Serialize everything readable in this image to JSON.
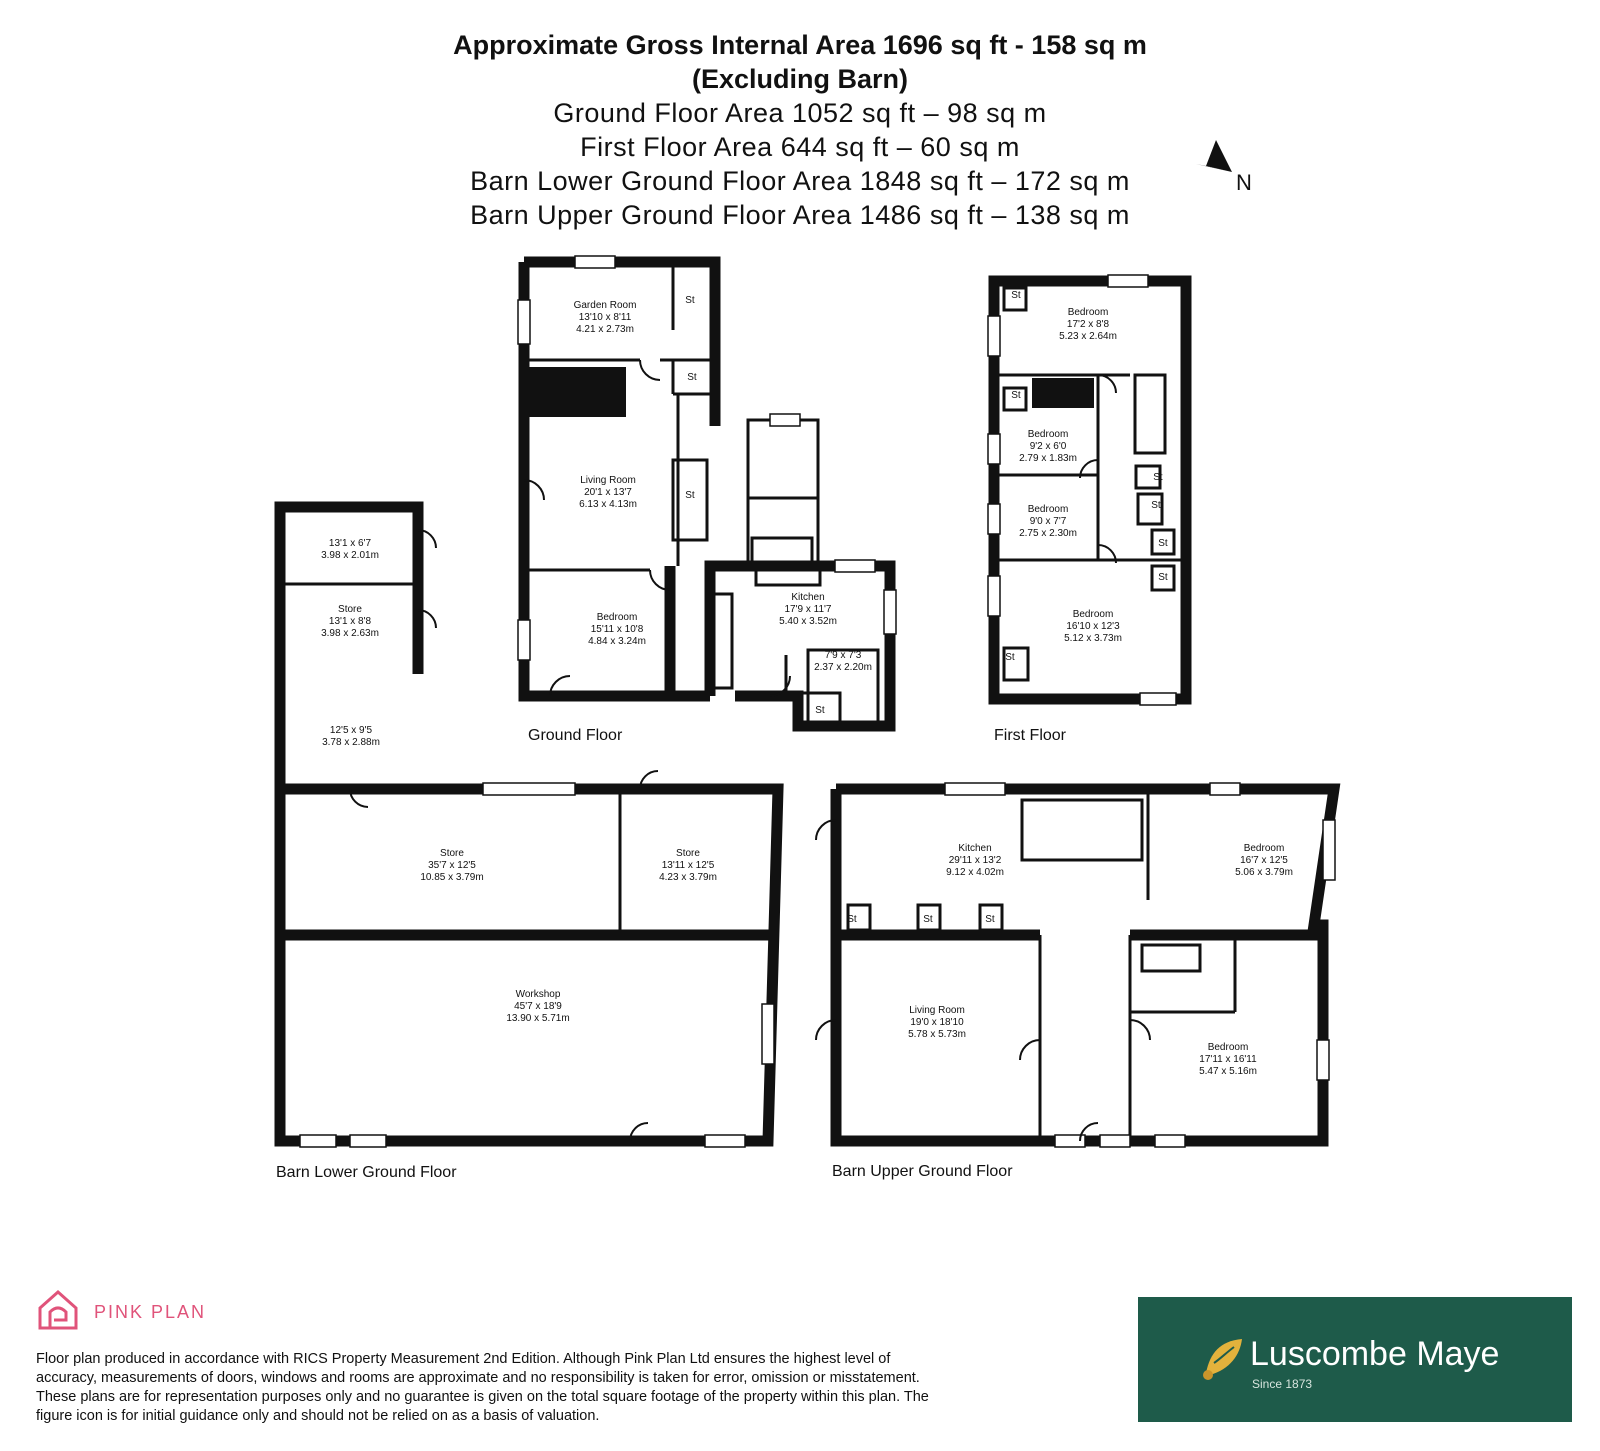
{
  "header": {
    "title_line1": "Approximate Gross Internal Area 1696 sq ft - 158 sq m",
    "title_line2": "(Excluding Barn)",
    "areas": [
      "Ground Floor Area 1052 sq ft – 98 sq m",
      "First Floor Area 644 sq ft – 60 sq m",
      "Barn Lower Ground Floor Area 1848 sq ft – 172 sq m",
      "Barn Upper Ground Floor Area 1486 sq ft – 138 sq m"
    ]
  },
  "compass": {
    "label": "N"
  },
  "floors": {
    "ground": "Ground Floor",
    "first": "First Floor",
    "barn_lower": "Barn Lower Ground Floor",
    "barn_upper": "Barn Upper Ground Floor"
  },
  "store_label": "St",
  "rooms": {
    "garden_room": {
      "name": "Garden Room",
      "imperial": "13'10 x 8'11",
      "metric": "4.21 x 2.73m"
    },
    "living_room": {
      "name": "Living Room",
      "imperial": "20'1 x 13'7",
      "metric": "6.13 x 4.13m"
    },
    "gf_bedroom": {
      "name": "Bedroom",
      "imperial": "15'11 x 10'8",
      "metric": "4.84 x 3.24m"
    },
    "gf_kitchen": {
      "name": "Kitchen",
      "imperial": "17'9 x 11'7",
      "metric": "5.40 x 3.52m"
    },
    "gf_utility": {
      "imperial": "7'9 x 7'3",
      "metric": "2.37 x 2.20m"
    },
    "ff_bedroom1": {
      "name": "Bedroom",
      "imperial": "17'2 x 8'8",
      "metric": "5.23 x 2.64m"
    },
    "ff_bedroom2": {
      "name": "Bedroom",
      "imperial": "9'2 x 6'0",
      "metric": "2.79 x 1.83m"
    },
    "ff_bedroom3": {
      "name": "Bedroom",
      "imperial": "9'0 x 7'7",
      "metric": "2.75 x 2.30m"
    },
    "ff_bedroom4": {
      "name": "Bedroom",
      "imperial": "16'10 x 12'3",
      "metric": "5.12 x 3.73m"
    },
    "bl_room_top": {
      "imperial": "13'1 x 6'7",
      "metric": "3.98 x 2.01m"
    },
    "bl_store_small": {
      "name": "Store",
      "imperial": "13'1 x 8'8",
      "metric": "3.98 x 2.63m"
    },
    "bl_yard": {
      "imperial": "12'5 x 9'5",
      "metric": "3.78 x 2.88m"
    },
    "bl_store_large": {
      "name": "Store",
      "imperial": "35'7 x 12'5",
      "metric": "10.85 x 3.79m"
    },
    "bl_store_right": {
      "name": "Store",
      "imperial": "13'11 x 12'5",
      "metric": "4.23 x 3.79m"
    },
    "bl_workshop": {
      "name": "Workshop",
      "imperial": "45'7 x 18'9",
      "metric": "13.90 x 5.71m"
    },
    "bu_kitchen": {
      "name": "Kitchen",
      "imperial": "29'11 x 13'2",
      "metric": "9.12 x 4.02m"
    },
    "bu_bedroom1": {
      "name": "Bedroom",
      "imperial": "16'7 x 12'5",
      "metric": "5.06 x 3.79m"
    },
    "bu_living": {
      "name": "Living Room",
      "imperial": "19'0 x 18'10",
      "metric": "5.78 x 5.73m"
    },
    "bu_bedroom2": {
      "name": "Bedroom",
      "imperial": "17'11 x 16'11",
      "metric": "5.47 x 5.16m"
    }
  },
  "footer": {
    "brand": "PINK PLAN",
    "brand_color": "#e0537a",
    "disclaimer": "Floor plan produced in accordance with RICS Property Measurement 2nd Edition. Although Pink Plan Ltd ensures the highest level of accuracy, measurements of doors, windows and rooms are approximate and no responsibility is taken for error, omission or misstatement. These plans are for representation purposes only and no guarantee is given on the total square footage of the property within this plan. The figure icon is for initial guidance only and should not be relied on as a basis of valuation.",
    "agent_name": "Luscombe Maye",
    "agent_since": "Since 1873",
    "agent_color": "#1e5b4a"
  }
}
